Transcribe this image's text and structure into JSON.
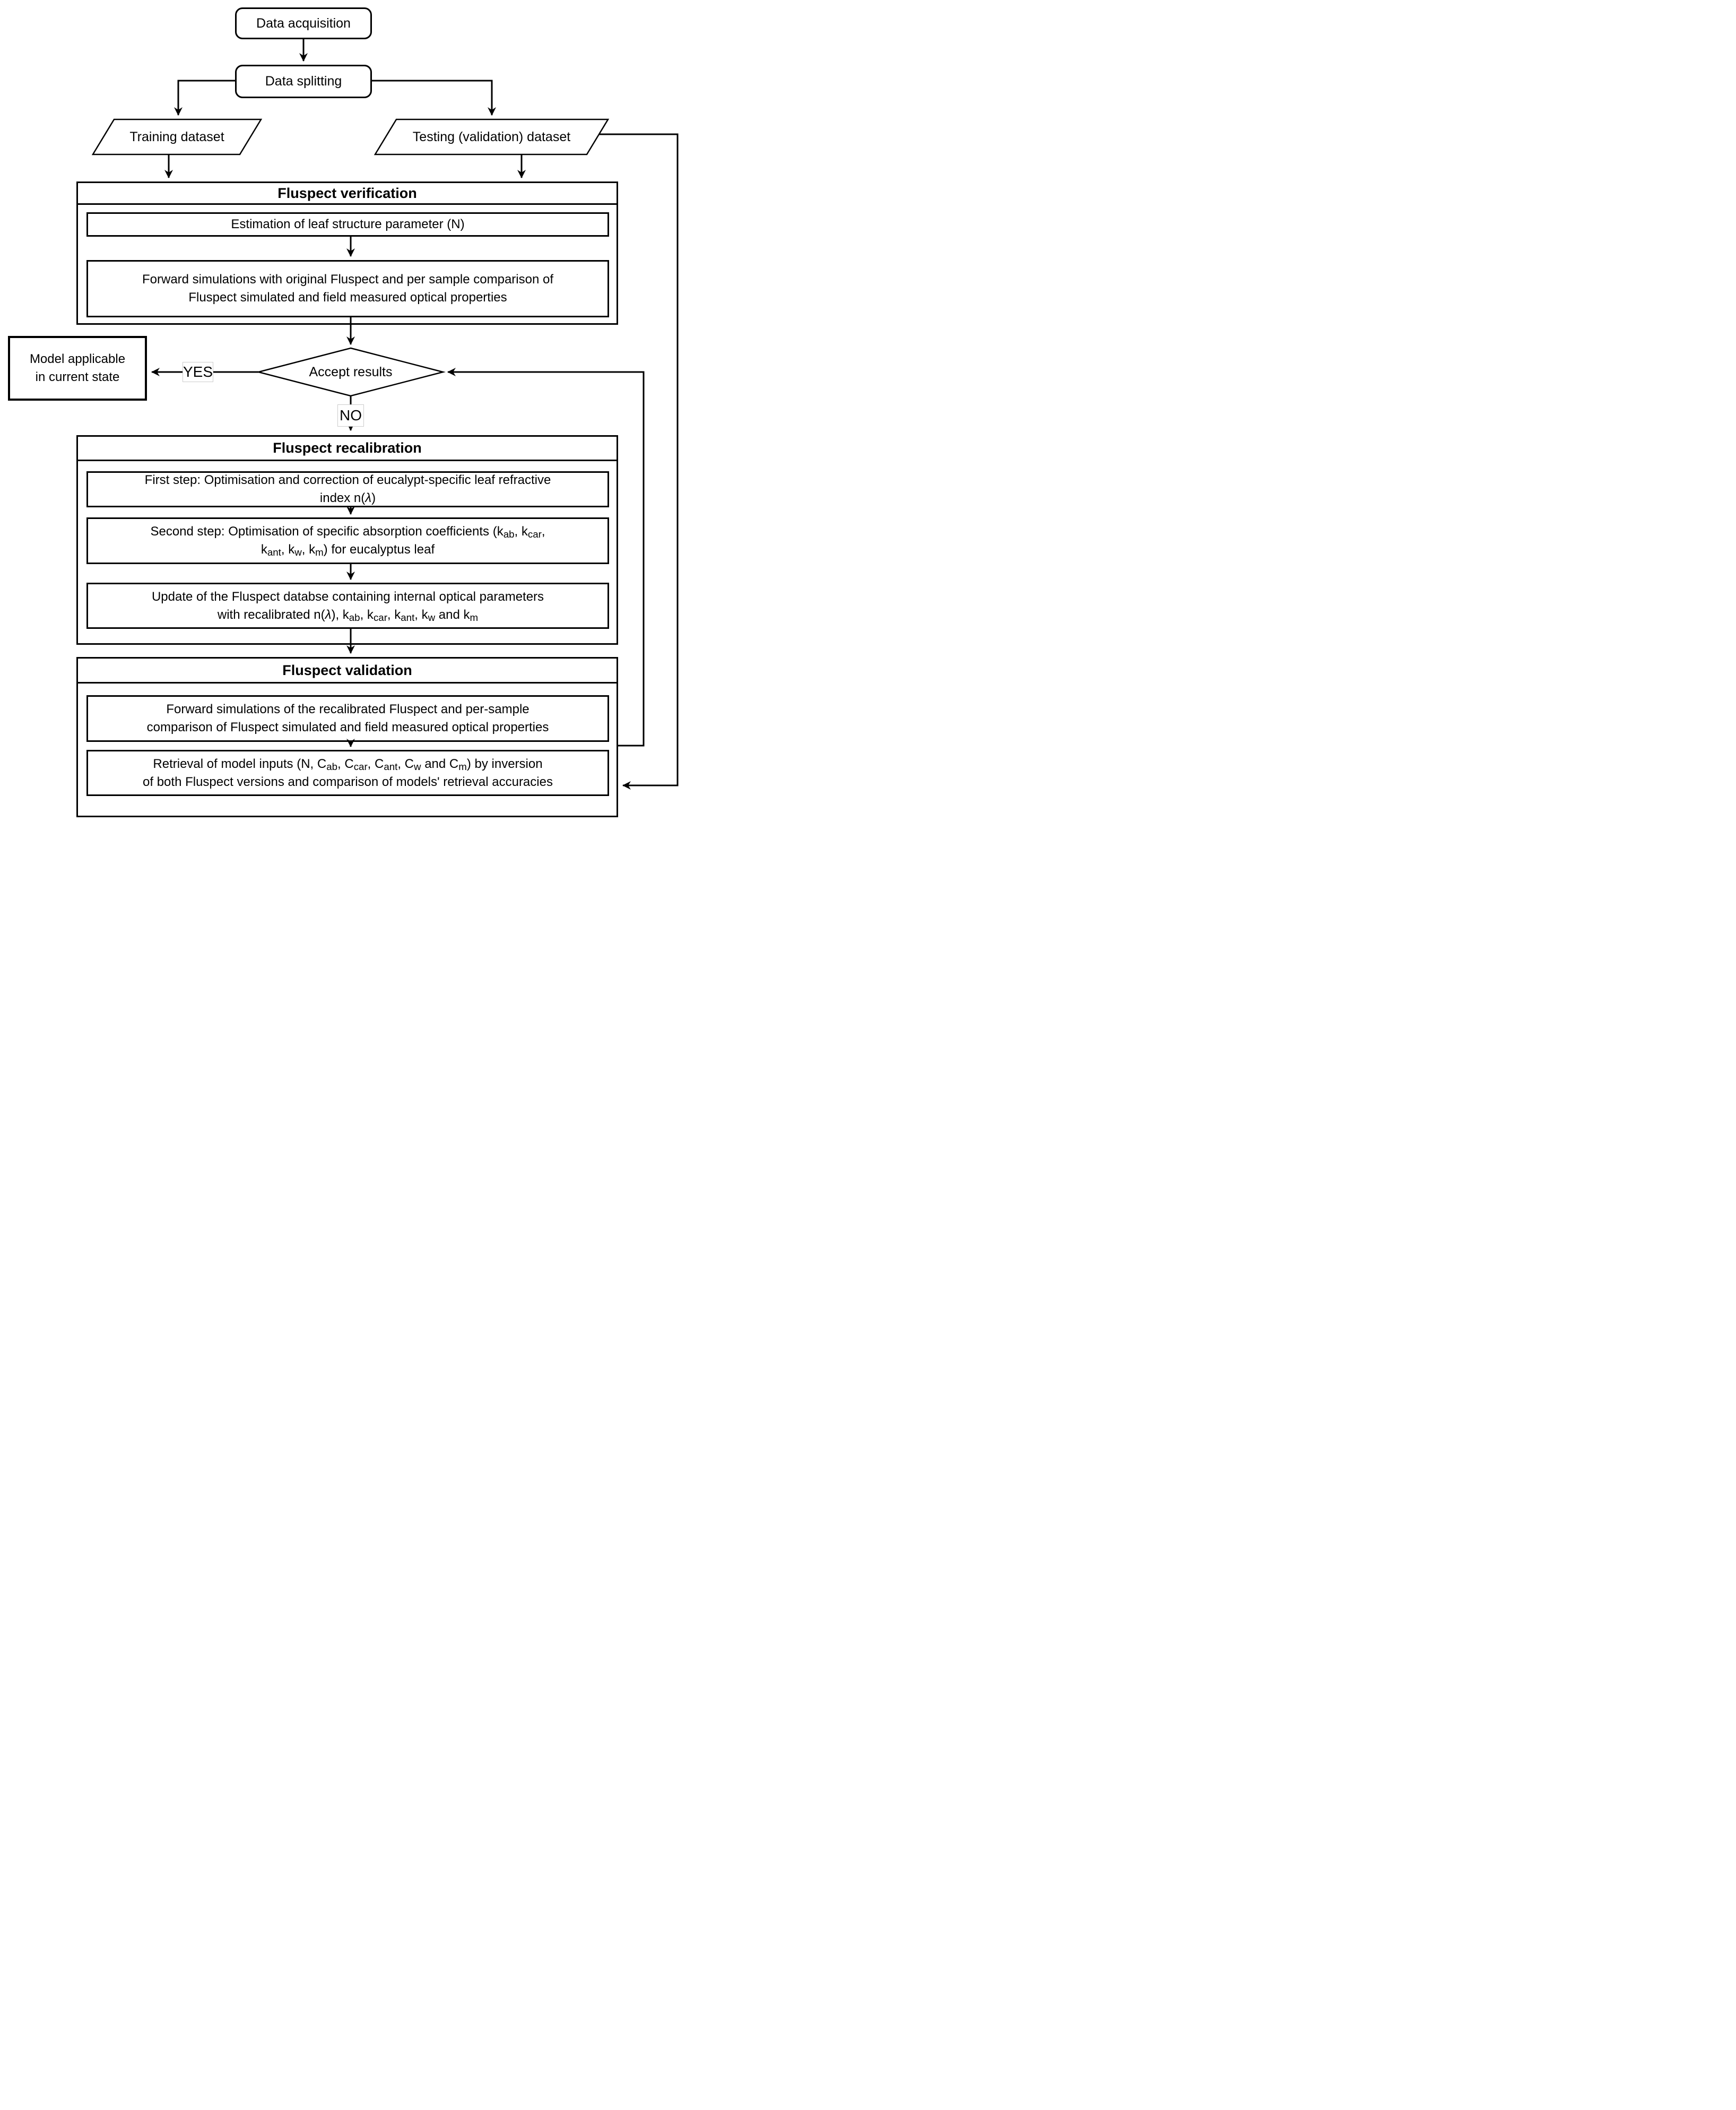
{
  "flowchart": {
    "nodes": {
      "data_acquisition": {
        "label": "Data acquisition"
      },
      "data_splitting": {
        "label": "Data splitting"
      },
      "training_dataset": {
        "label": "Training dataset"
      },
      "testing_dataset": {
        "label": "Testing (validation) dataset"
      },
      "accept_results": {
        "label": "Accept results",
        "yes": "YES",
        "no": "NO"
      },
      "model_applicable": {
        "label": "Model applicable\nin current state"
      },
      "verification": {
        "title": "Fluspect verification",
        "step1": "Estimation of leaf structure parameter (N)",
        "step2": "Forward simulations with original Fluspect and per sample comparison of\nFluspect simulated and field measured optical properties"
      },
      "recalibration": {
        "title": "Fluspect recalibration",
        "step1": "First step: Optimisation and correction of eucalypt-specific leaf refractive\nindex n(~λ~)",
        "step2": "Second step: Optimisation of specific absorption coefficients (k_{ab}, k_{car},\nk_{ant}, k_{w}, k_{m}) for eucalyptus leaf",
        "step3": "Update of the Fluspect databse containing internal optical parameters\nwith recalibrated n(~λ~), k_{ab}, k_{car}, k_{ant}, k_{w} and k_{m}"
      },
      "validation": {
        "title": "Fluspect validation",
        "step1": "Forward simulations of the recalibrated Fluspect and per-sample\ncomparison of Fluspect simulated and field measured optical properties",
        "step2": "Retrieval of model inputs (N, C_{ab}, C_{car}, C_{ant}, C_{w} and C_{m}) by inversion\nof both Fluspect versions and comparison of models' retrieval accuracies"
      }
    },
    "colors": {
      "stroke": "#000000",
      "background": "#ffffff"
    }
  }
}
